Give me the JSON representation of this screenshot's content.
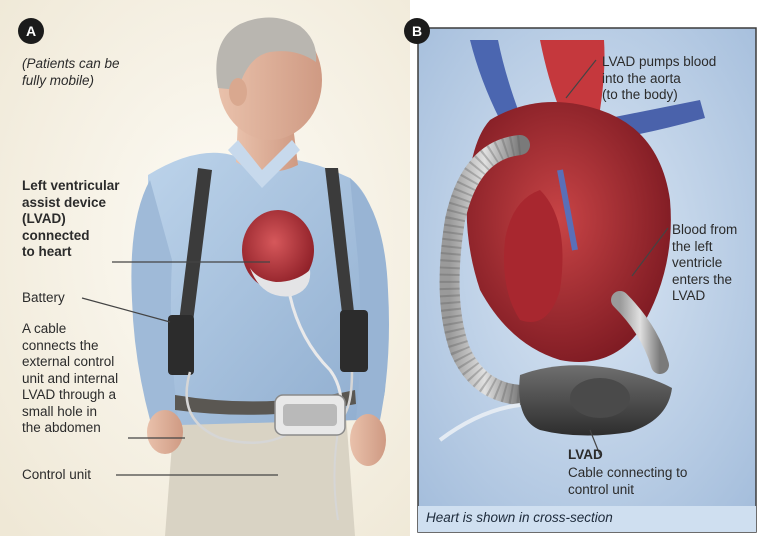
{
  "panel_a": {
    "badge": "A",
    "note": "(Patients can be\nfully mobile)",
    "labels": {
      "lvad": "Left ventricular\nassist device\n(LVAD)\nconnected\nto heart",
      "battery": "Battery",
      "cable": "A cable\nconnects the\nexternal control\nunit and internal\nLVAD through a\nsmall hole in\nthe abdomen",
      "control_unit": "Control unit"
    }
  },
  "panel_b": {
    "badge": "B",
    "labels": {
      "pump_aorta": "LVAD pumps blood\ninto the aorta\n(to the body)",
      "blood_from": "Blood from\nthe left\nventricle\nenters the\nLVAD",
      "lvad": "LVAD",
      "cable": "Cable connecting to\ncontrol unit"
    },
    "caption": "Heart is shown in cross-section"
  },
  "colors": {
    "background_a": "#f7f3e9",
    "background_b": "#b8cde6",
    "shirt": "#a9c3de",
    "heart": "#b8343a",
    "skin": "#e6b9a2",
    "device": "#5a5a5a",
    "leader_line": "#444444"
  }
}
